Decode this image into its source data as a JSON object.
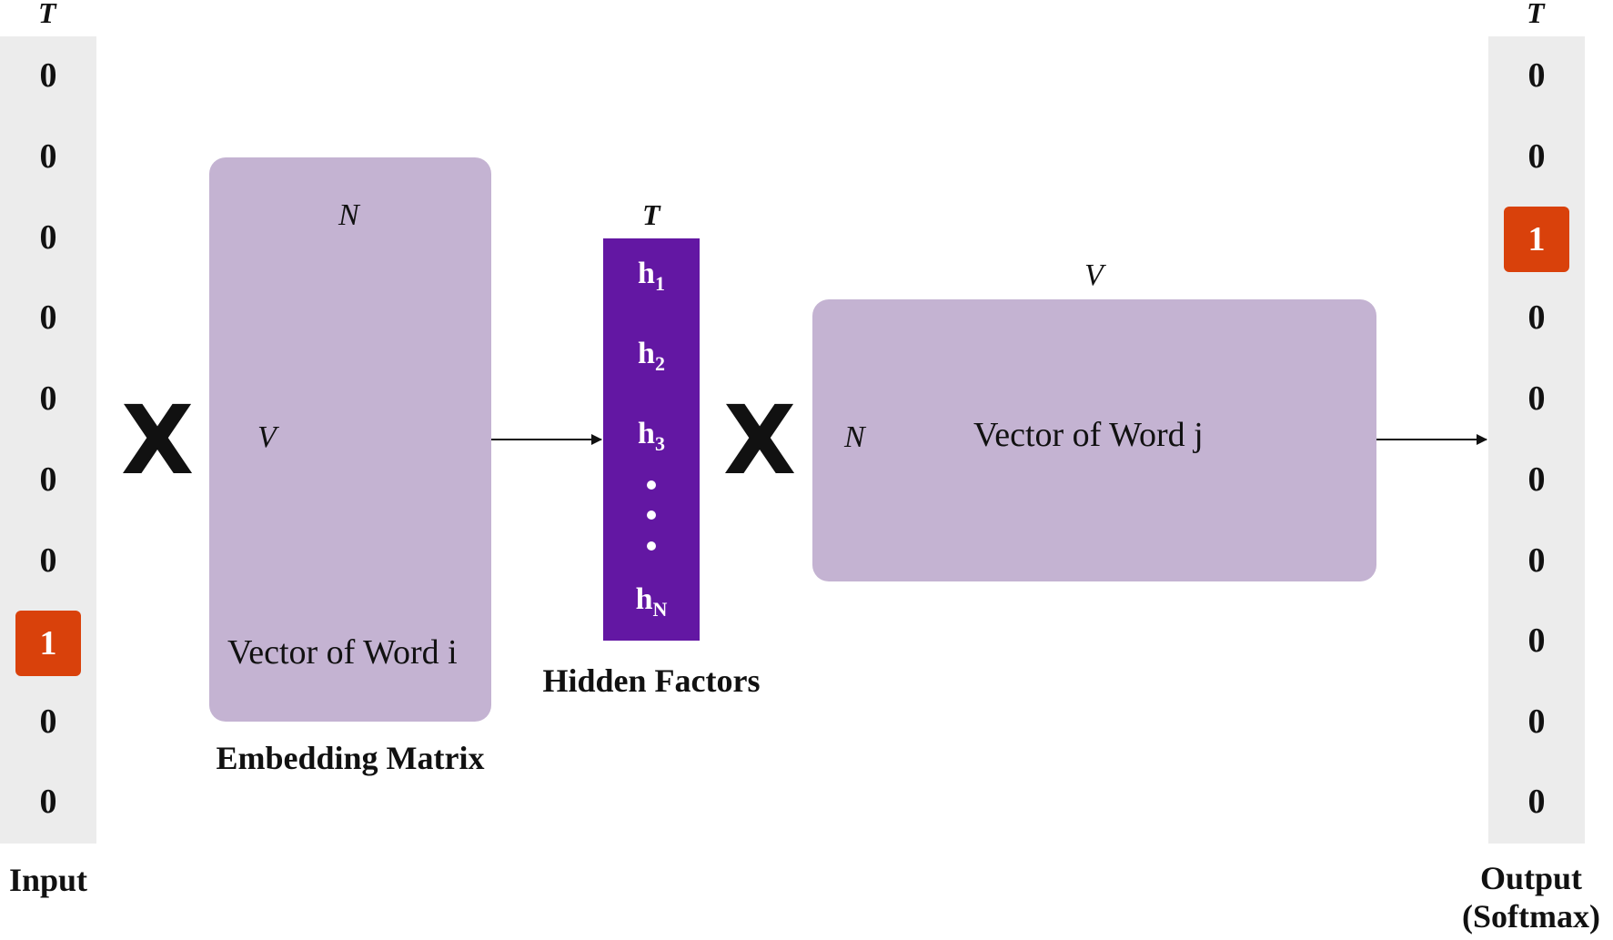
{
  "input": {
    "header": "T",
    "values": [
      "0",
      "0",
      "0",
      "0",
      "0",
      "0",
      "0",
      "1",
      "0",
      "0"
    ],
    "hot_index": 7,
    "label": "Input"
  },
  "embedding_matrix": {
    "top_label": "N",
    "side_label": "V",
    "inner_text": "Vector of Word i",
    "caption": "Embedding Matrix"
  },
  "operators": {
    "multiply_1": "X",
    "multiply_2": "X"
  },
  "hidden": {
    "header": "T",
    "items": [
      {
        "base": "h",
        "sub": "1"
      },
      {
        "base": "h",
        "sub": "2"
      },
      {
        "base": "h",
        "sub": "3"
      },
      {
        "base": "h",
        "sub": "N"
      }
    ],
    "caption": "Hidden Factors"
  },
  "output_matrix": {
    "top_label": "V",
    "side_label": "N",
    "inner_text": "Vector of Word j"
  },
  "output": {
    "header": "T",
    "values": [
      "0",
      "0",
      "1",
      "0",
      "0",
      "0",
      "0",
      "0",
      "0",
      "0"
    ],
    "hot_index": 2,
    "label_line1": "Output",
    "label_line2": "(Softmax)"
  },
  "colors": {
    "matrix_fill": "#c4b3d2",
    "hidden_fill": "#6317a3",
    "hot_fill": "#d9410b",
    "column_fill": "#ececec"
  }
}
